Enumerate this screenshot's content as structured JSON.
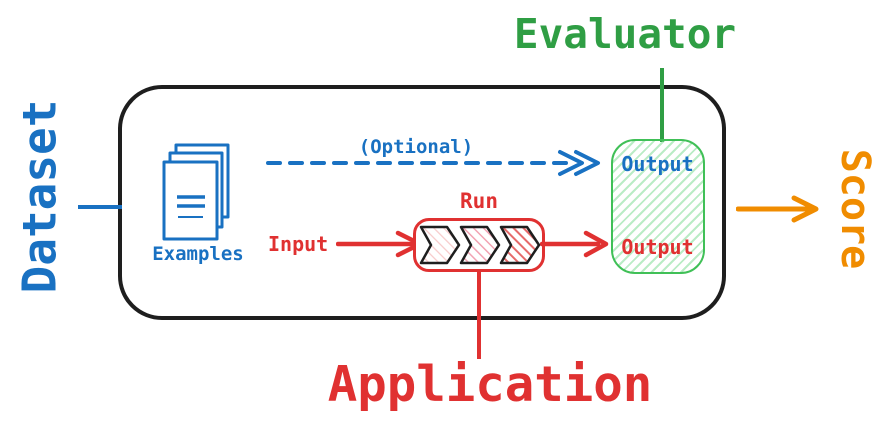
{
  "diagram": {
    "outer_labels": {
      "dataset": "Dataset",
      "evaluator": "Evaluator",
      "score": "Score",
      "application": "Application"
    },
    "box": {
      "examples_label": "Examples",
      "optional_label": "(Optional)",
      "input_label": "Input",
      "run_label": "Run",
      "evaluator_output_label": "Output",
      "app_output_label": "Output"
    },
    "icons": {
      "documents": "documents-icon",
      "optional_arrow": "dashed-arrow-right-icon",
      "input_arrow": "arrow-right-icon",
      "run_output_arrow": "arrow-right-icon",
      "score_arrow": "arrow-right-icon",
      "pipeline_steps": "chevron-steps-icon"
    },
    "colors": {
      "blue": "#1971c2",
      "green_dark": "#2f9e44",
      "green_border": "#40c057",
      "green_fill": "#b2f2bb",
      "red": "#e03131",
      "red_fill_light": "#f7caca",
      "red_fill_mid": "#f2a3b3",
      "red_fill_strong": "#e66a6a",
      "orange": "#f08c00",
      "black": "#1e1e1e"
    }
  }
}
